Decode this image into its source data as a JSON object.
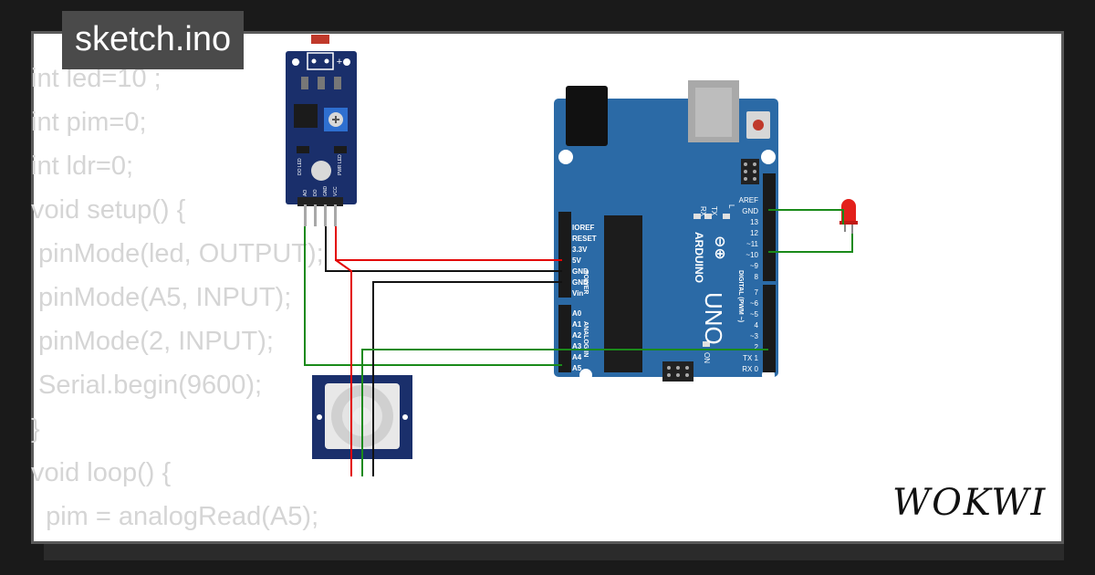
{
  "title": "sketch.ino",
  "code_lines": [
    "int led=10 ;",
    "int pim=0;",
    "int ldr=0;",
    "void setup() {",
    " pinMode(led, OUTPUT);",
    " pinMode(A5, INPUT);",
    " pinMode(2, INPUT);",
    " Serial.begin(9600);",
    "}",
    "void loop() {",
    "  pim = analogRead(A5);"
  ],
  "brand": "WOKWI",
  "ldr_module": {
    "pin_labels": [
      "AO",
      "DO",
      "GND",
      "VCC"
    ],
    "side_marks": [
      "-",
      "+"
    ],
    "led_labels": [
      "PWR LED",
      "DO LED"
    ]
  },
  "arduino": {
    "board_name": "UNO",
    "brand": "ARDUINO",
    "power_labels": [
      "IOREF",
      "RESET",
      "3.3V",
      "5V",
      "GND",
      "GND",
      "Vin"
    ],
    "analog_labels": [
      "A0",
      "A1",
      "A2",
      "A3",
      "A4",
      "A5"
    ],
    "digital_labels": [
      "AREF",
      "GND",
      "13",
      "12",
      "~11",
      "~10",
      "~9",
      "8",
      "7",
      "~6",
      "~5",
      "4",
      "~3",
      "2",
      "TX 1",
      "RX 0"
    ],
    "header_power": "POWER",
    "header_analog": "ANALOG IN",
    "header_digital": "DIGITAL (PWM ~)",
    "rx_tx": [
      "RX",
      "TX"
    ],
    "l_label": "L",
    "on_label": "ON"
  },
  "colors": {
    "board": "#2b6aa6",
    "wire_red": "#e30000",
    "wire_black": "#111111",
    "wire_green": "#1a8a1a",
    "led": "#e3201b",
    "module": "#1a2f6b"
  }
}
